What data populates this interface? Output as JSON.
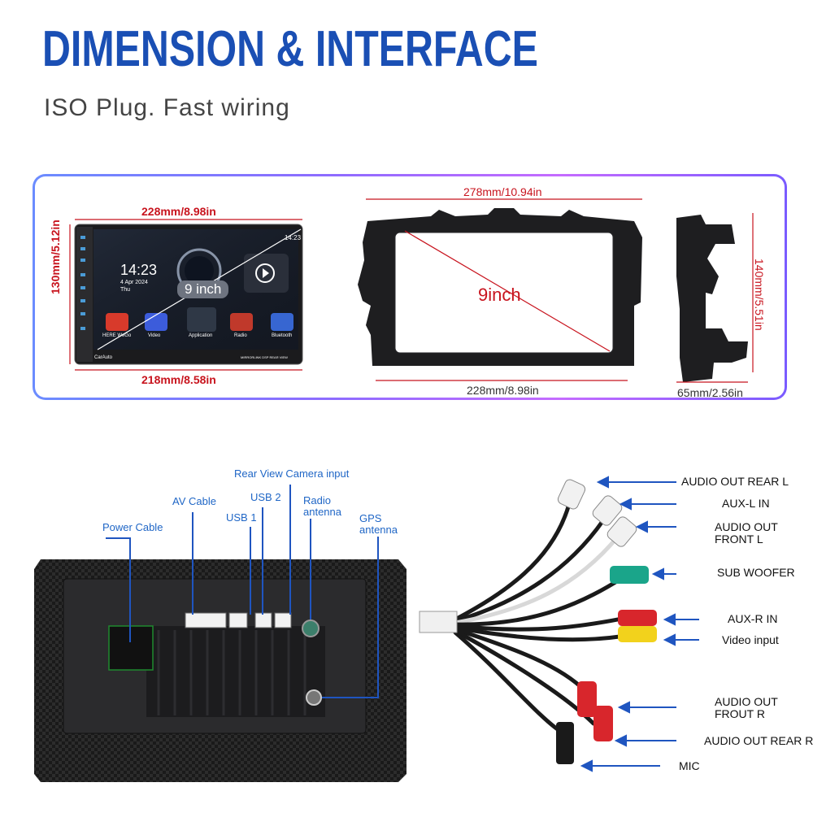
{
  "header": {
    "title": "DIMENSION & INTERFACE",
    "subtitle": "ISO Plug. Fast wiring"
  },
  "dimensions": {
    "unit_width_top": "228mm/8.98in",
    "unit_width_bottom": "218mm/8.58in",
    "unit_height": "130mm/5.12in",
    "frame_width_top": "278mm/10.94in",
    "frame_width_bottom": "228mm/8.98in",
    "frame_height": "140mm/5.51in",
    "frame_depth": "65mm/2.56in",
    "unit_screen_size": "9 inch",
    "frame_screen_size": "9inch"
  },
  "screen": {
    "time": "14:23",
    "date": "4 Apr 2024",
    "day": "Thu",
    "status_time": "14:23",
    "apps": [
      "HERE WeGo",
      "Video",
      "Application",
      "Radio",
      "Bluetooth"
    ],
    "bottom_left": "CarAuto",
    "bottom_right": "MIRRORLINK  DSP  REAR VIEW"
  },
  "back_panel": {
    "labels": {
      "power_cable": "Power Cable",
      "av_cable": "AV Cable",
      "usb1": "USB 1",
      "usb2": "USB 2",
      "rear_camera": "Rear View Camera input",
      "radio_antenna": "Radio antenna",
      "gps_antenna": "GPS antenna"
    }
  },
  "harness": {
    "labels": [
      "AUDIO OUT REAR L",
      "AUX-L IN",
      "AUDIO OUT FRONT L",
      "SUB WOOFER",
      "AUX-R IN",
      "Video input",
      "AUDIO OUT FROUT R",
      "AUDIO OUT REAR R",
      "MIC"
    ]
  },
  "colors": {
    "title_blue": "#1a4fb4",
    "dimension_red": "#c8141e",
    "callout_blue": "#1f66c6",
    "arrow_blue": "#1f55c0"
  }
}
